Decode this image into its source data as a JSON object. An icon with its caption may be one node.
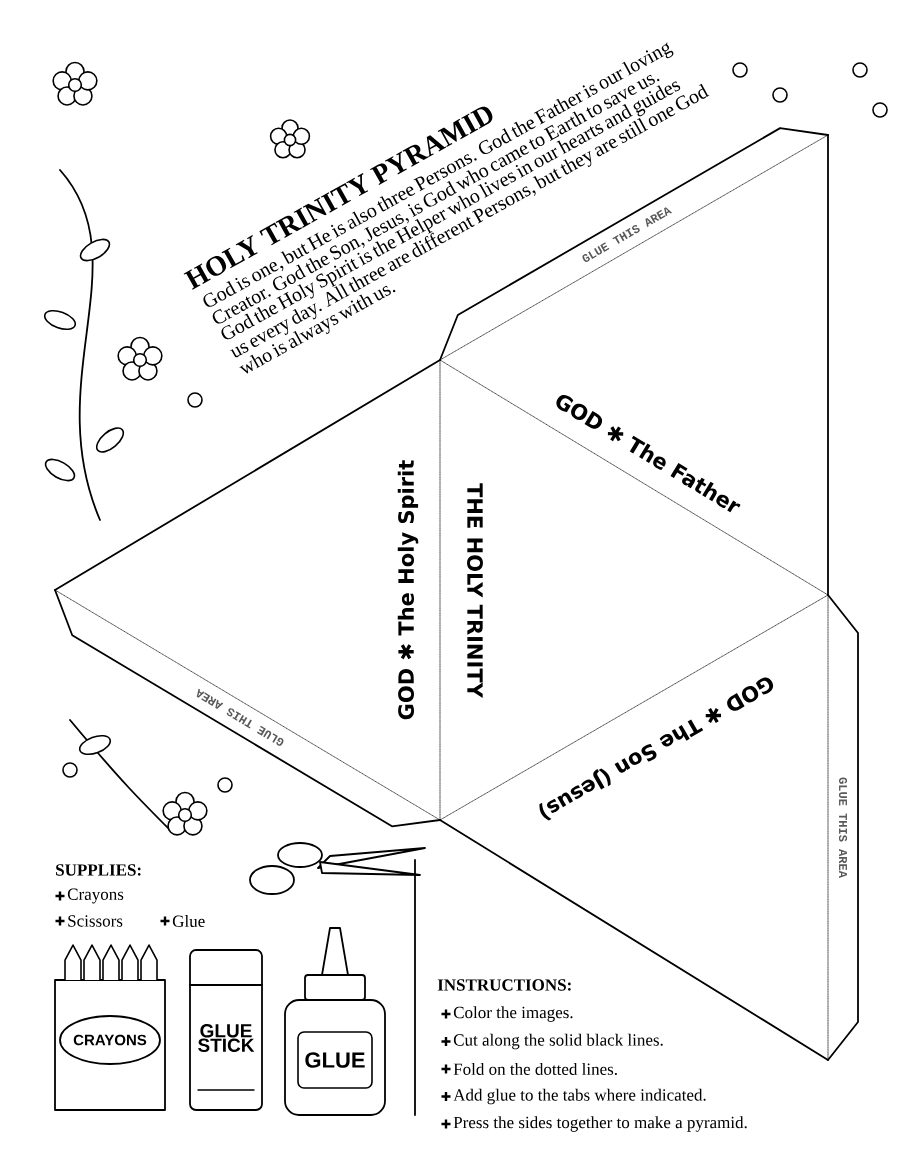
{
  "diagram": {
    "title": "HOLY TRINITY PYRAMID",
    "nodes": [
      {
        "text": [
          "GOD ✱ The Father"
        ]
      },
      {
        "text": [
          "GLUE THIS AREA"
        ]
      },
      {
        "text": [
          "GOD ✱ The Holy Spirit"
        ]
      },
      {
        "text": [
          "THE HOLY TRINITY"
        ]
      },
      {
        "text": [
          "GLUE THIS AREA"
        ]
      },
      {
        "text": [
          "GOD ✱ The Son (Jesus)"
        ]
      },
      {
        "text": [
          "GLUE THIS AREA"
        ]
      }
    ],
    "labels": [
      "God is one, but He is also three Persons. God the Father is our loving Creator. God the Son, Jesus, is God who came to Earth to save us. God the Holy Spirit is the Helper who lives in our hearts and guides us every day. All three are different Persons, but they are still one God who is always with us.",
      "SUPPLIES:",
      "Crayons",
      "Scissors",
      "Glue",
      "CRAYONS",
      "GLUE STICK",
      "GLUE",
      "INSTRUCTIONS:",
      "Color the images.",
      "Cut along the solid black lines.",
      "Fold on the dotted lines.",
      "Add glue to the tabs where indicated.",
      "Press the sides together to make a pyramid."
    ]
  }
}
